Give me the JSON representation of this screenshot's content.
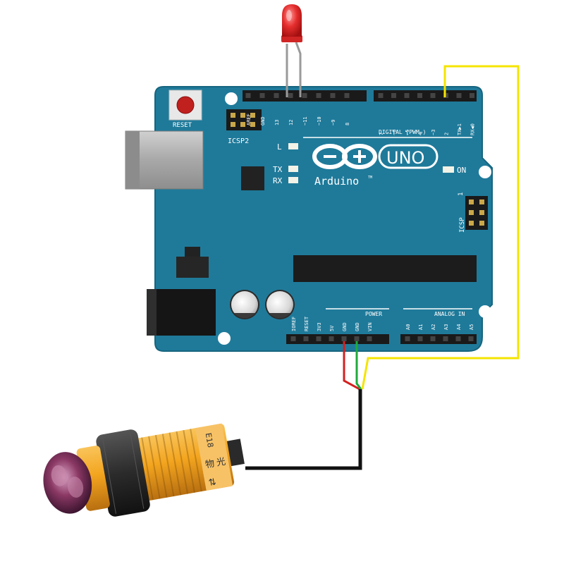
{
  "board": {
    "reset_label": "RESET",
    "icsp2_label": "ICSP2",
    "icsp_label": "ICSP",
    "icsp_pin1": "1",
    "l_label": "L",
    "tx_label": "TX",
    "rx_label": "RX",
    "on_label": "ON",
    "brand_label": "Arduino",
    "tm_label": "TM",
    "uno_label": "UNO",
    "digital_label": "DIGITAL (PWM~)",
    "power_label": "POWER",
    "analog_label": "ANALOG IN",
    "top_left_header_pins": [
      "AREF",
      "GND",
      "13",
      "12",
      "~11",
      "~10",
      "~9",
      "8"
    ],
    "top_right_header_pins": [
      "7",
      "~6",
      "~5",
      "4",
      "~3",
      "2",
      "TX▶1",
      "RX◀0"
    ],
    "power_header_pins": [
      "IOREF",
      "RESET",
      "3V3",
      "5V",
      "GND",
      "GND",
      "VIN"
    ],
    "analog_header_pins": [
      "A0",
      "A1",
      "A2",
      "A3",
      "A4",
      "A5"
    ]
  },
  "sensor": {
    "label_line1": "E18",
    "label_char_a": "光",
    "label_char_b": "物"
  },
  "colors": {
    "board": "#1f7a9a",
    "board_edge": "#16657f",
    "header": "#1a1a1a",
    "wire_red": "#d42020",
    "wire_green": "#1faa3a",
    "wire_yellow": "#f5e400",
    "wire_black": "#111111",
    "led": "#e62e2e",
    "sensor_body": "#f3a51f",
    "sensor_nut": "#2b2b2b",
    "sensor_lens": "#7a2d55"
  }
}
